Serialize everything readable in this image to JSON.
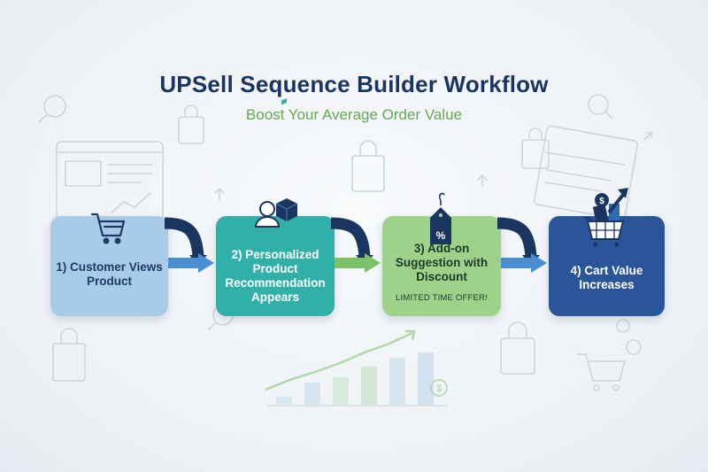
{
  "header": {
    "title": "UPSell Sequence Builder Workflow",
    "subtitle": "Boost Your Average Order Value"
  },
  "steps": [
    {
      "label": "1) Customer Views Product",
      "icon": "cart-icon",
      "color": "#a8cbe8"
    },
    {
      "label": "2) Personalized Product Recommendation Appears",
      "icon": "user-box-icon",
      "color": "#31b0a9"
    },
    {
      "label": "3) Add-on Suggestion with Discount",
      "badge": "LIMITED TIME OFFER!",
      "icon": "discount-tag-icon",
      "color": "#9ed28b"
    },
    {
      "label": "4) Cart Value Increases",
      "icon": "cart-growth-icon",
      "color": "#2b5599"
    }
  ],
  "colors": {
    "title": "#1b3561",
    "subtitle": "#63a94f",
    "arrow_dark": "#1b3561",
    "arrow_light": "#4a8fd1"
  }
}
